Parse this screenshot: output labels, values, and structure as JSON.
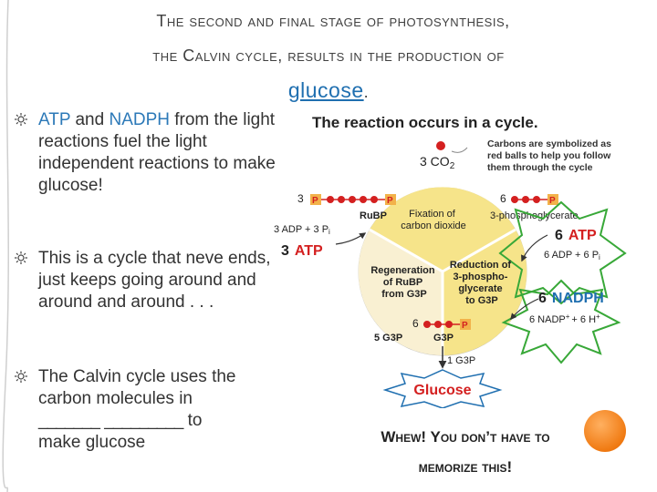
{
  "title": {
    "line1": "The second and final stage of photosynthesis,",
    "line2": "the Calvin cycle, results in the production of",
    "glucose": "glucose",
    "period": "."
  },
  "bullets": [
    {
      "pre": "",
      "hl1": "ATP",
      "mid": " and ",
      "hl2": "NADPH",
      "post": " from the light reactions fuel the light independent reactions to make glucose!"
    },
    {
      "text": "This is a cycle that neve ends, just keeps going around and around and around . . ."
    },
    {
      "text": "The Calvin cycle uses the carbon molecules in",
      "blank1": "_______",
      "blank2": "_________",
      "to": " to",
      "tail": "make glucose"
    }
  ],
  "diagram": {
    "heading": "The reaction occurs in a cycle.",
    "co2": "3 CO",
    "co2_sub": "2",
    "note": [
      "Carbons are symbolized as",
      "red balls to help you follow",
      "them through the cycle"
    ],
    "left_p": "3",
    "p": "P",
    "rubp": "RuBP",
    "right_count": "6",
    "phosphoglycerate": "3-phosphoglycerate",
    "fixation": [
      "Fixation of",
      "carbon dioxide"
    ],
    "adp_left": "3 ADP + 3 P",
    "adp_left_sub": "i",
    "atp_left_num": "3",
    "atp_label": "ATP",
    "atp_right_num": "6",
    "adp_right": "6 ADP + 6 P",
    "adp_right_sub": "i",
    "regeneration": [
      "Regeneration",
      "of RuBP",
      "from G3P"
    ],
    "reduction": [
      "Reduction of",
      "3-phospho-",
      "glycerate",
      "to G3P"
    ],
    "nadph_num": "6",
    "nadph_label": "NADPH",
    "nadp_plus": "6 NADP",
    "nadp_plus_sup": "+",
    "h_plus": "+ 6 H",
    "h_plus_sup": "+",
    "g3p_inner_num": "6",
    "five_g3p": "5 G3P",
    "g3p": "G3P",
    "one_g3p": "1 G3P",
    "glucose": "Glucose"
  },
  "footnote": {
    "line1": "Whew! You don’t have to",
    "line2": "memorize this!"
  },
  "colors": {
    "accent": "#1f6fb0",
    "atp_red": "#d42020",
    "star_green": "#38a838",
    "orb_orange": "#f07a12",
    "cycle_yellow": "#f6e48a",
    "cycle_orange": "#f9c98a"
  }
}
